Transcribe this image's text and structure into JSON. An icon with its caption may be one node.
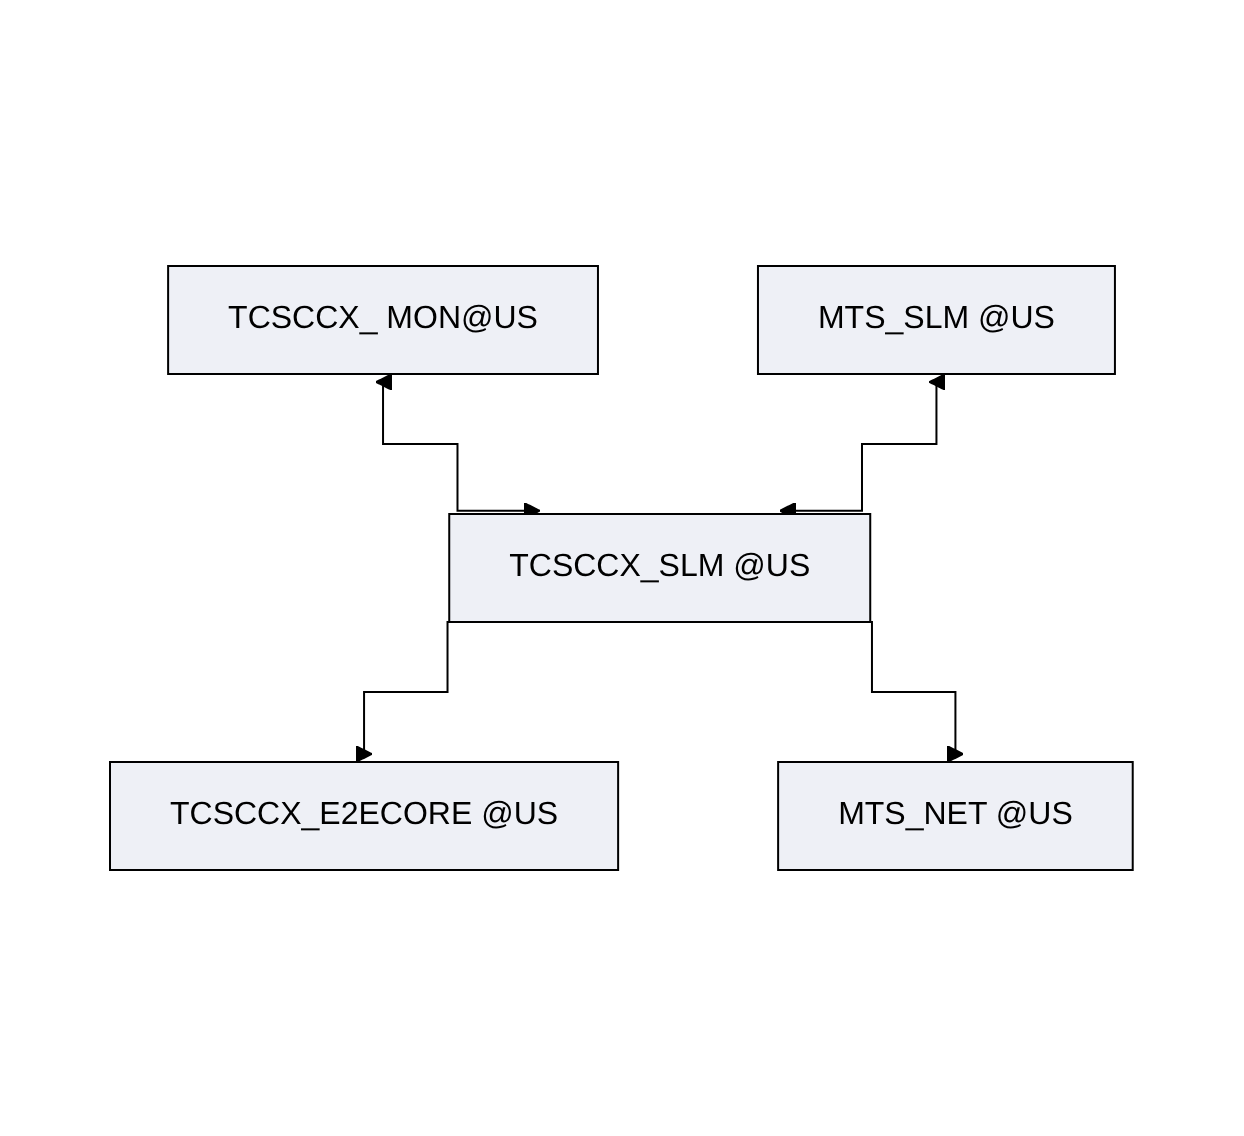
{
  "diagram": {
    "nodes": [
      {
        "text": [
          "TCSCCX_ MON@US"
        ]
      },
      {
        "text": [
          "MTS_SLM @US"
        ]
      },
      {
        "text": [
          "TCSCCX_SLM @US"
        ]
      },
      {
        "text": [
          "TCSCCX_E2ECORE @US"
        ]
      },
      {
        "text": [
          "MTS_NET @US"
        ]
      }
    ],
    "edges": [
      {
        "from": 0,
        "to": 2,
        "arrow": "both"
      },
      {
        "from": 1,
        "to": 2,
        "arrow": "both"
      },
      {
        "from": 2,
        "to": 3,
        "arrow": "to"
      },
      {
        "from": 2,
        "to": 4,
        "arrow": "to"
      }
    ]
  }
}
